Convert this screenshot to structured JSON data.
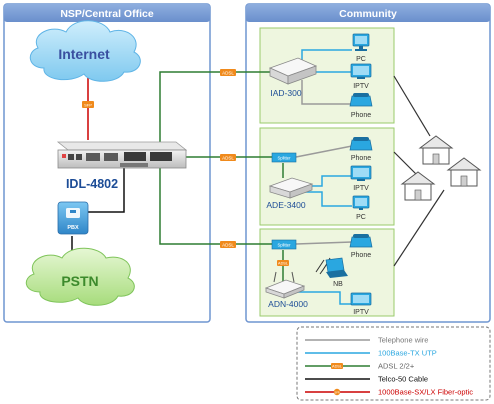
{
  "panels": {
    "left_title": "NSP/Central Office",
    "right_title": "Community"
  },
  "clouds": {
    "internet": "Internet",
    "pstn": "PSTN"
  },
  "central": {
    "device": "IDL-4802",
    "pbx": "PBX",
    "fiber_tag": "SFP"
  },
  "links": {
    "adsl_tag": "ADSL"
  },
  "subscribers": {
    "iad": {
      "name": "IAD-300",
      "endpoints": [
        "PC",
        "IPTV",
        "Phone"
      ]
    },
    "ade": {
      "name": "ADE-3400",
      "splitter": "Splitter",
      "endpoints": [
        "Phone",
        "IPTV",
        "PC"
      ]
    },
    "adn": {
      "name": "ADN-4000",
      "splitter": "Splitter",
      "adsl_tag": "ADSL",
      "endpoints": [
        "Phone",
        "NB",
        "IPTV"
      ]
    }
  },
  "legend": {
    "items": [
      {
        "label": "Telephone wire",
        "color": "#9a9a9a",
        "text_color": "#777777"
      },
      {
        "label": "100Base-TX UTP",
        "color": "#2aa7e0",
        "text_color": "#2aa7e0"
      },
      {
        "label": "ADSL 2/2+",
        "color": "#2e7d32",
        "text_color": "#666666",
        "tag": "ADSL"
      },
      {
        "label": "Telco-50 Cable",
        "color": "#111111",
        "text_color": "#111111"
      },
      {
        "label": "1000Base-SX/LX Fiber-optic",
        "color": "#cc0000",
        "text_color": "#cc0000",
        "tag": "SFP"
      }
    ]
  },
  "colors": {
    "panel_header": "#7b9fd6",
    "panel_border": "#6f95d0",
    "sub_box_fill": "#eef6df",
    "sub_box_border": "#9acb6b",
    "adsl_green": "#2e7d32",
    "utp_blue": "#2aa7e0",
    "fiber_red": "#cc0000",
    "tag_orange": "#f08a1c",
    "title_blue": "#1c4c96"
  }
}
